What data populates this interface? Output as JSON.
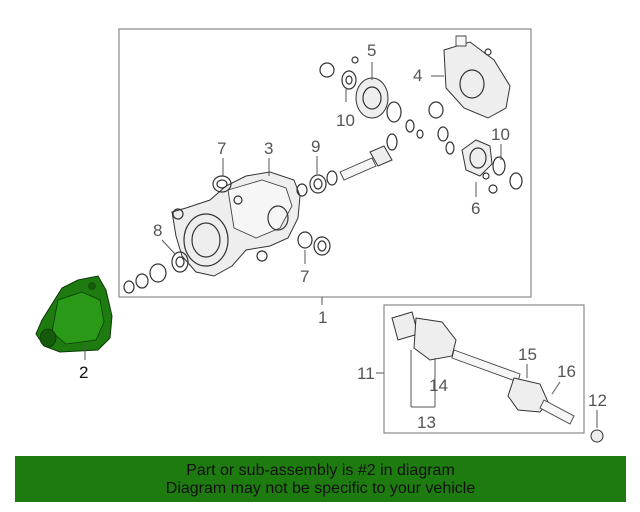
{
  "diagram": {
    "callouts": {
      "c1": "1",
      "c2": "2",
      "c3": "3",
      "c4": "4",
      "c5": "5",
      "c6": "6",
      "c7a": "7",
      "c7b": "7",
      "c8": "8",
      "c9": "9",
      "c10a": "10",
      "c10b": "10",
      "c11": "11",
      "c12": "12",
      "c13": "13",
      "c14": "14",
      "c15": "15",
      "c16": "16"
    },
    "colors": {
      "highlight_part": "#1e7b10",
      "frame": "#8a8a8a",
      "notice_bg": "#1e7b10"
    }
  },
  "notice": {
    "line1": "Part or sub-assembly is #2 in diagram",
    "line2": "Diagram may not be specific to your vehicle"
  }
}
